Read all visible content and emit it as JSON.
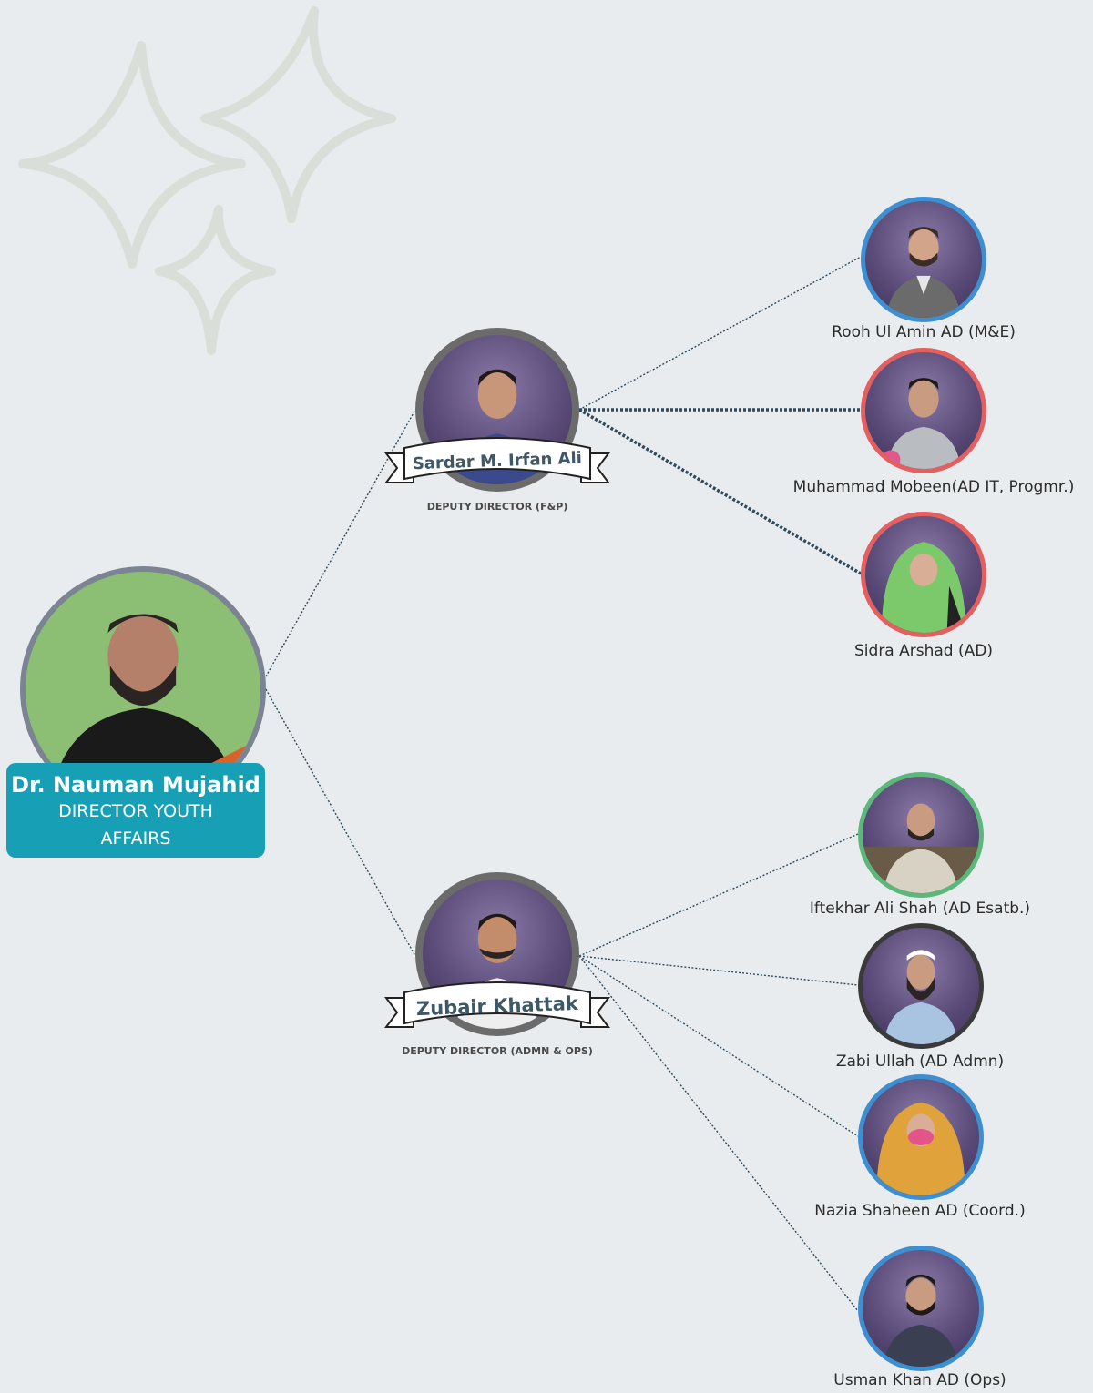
{
  "director": {
    "name": "Dr. Nauman Mujahid",
    "title": "DIRECTOR YOUTH AFFAIRS"
  },
  "deputies": [
    {
      "name": "Sardar M. Irfan Ali",
      "title": "DEPUTY DIRECTOR (F&P)",
      "ring_color": "#6b6b6b",
      "reports": [
        {
          "label": "Rooh Ul Amin AD (M&E)",
          "ring_color": "#3d8fd1"
        },
        {
          "label": "Muhammad Mobeen(AD IT, Progmr.)",
          "ring_color": "#e45f5f"
        },
        {
          "label": "Sidra Arshad (AD)",
          "ring_color": "#e45f5f"
        }
      ]
    },
    {
      "name": "Zubair Khattak",
      "title": "DEPUTY DIRECTOR (ADMN & OPS)",
      "ring_color": "#6b6b6b",
      "reports": [
        {
          "label": "Iftekhar Ali Shah (AD Esatb.)",
          "ring_color": "#5cb87a"
        },
        {
          "label": "Zabi Ullah (AD Admn)",
          "ring_color": "#3a3a3a"
        },
        {
          "label": "Nazia Shaheen AD (Coord.)",
          "ring_color": "#3d8fd1"
        },
        {
          "label": "Usman Khan AD (Ops)",
          "ring_color": "#3d8fd1"
        }
      ]
    }
  ],
  "colors": {
    "background": "#e9ecee",
    "director_box": "#17a0b5",
    "director_ring": "#7c8494",
    "director_photo_bg": "#8cbf73",
    "banner_text": "#3f5866",
    "sparkle_stroke": "#d9ded9"
  }
}
